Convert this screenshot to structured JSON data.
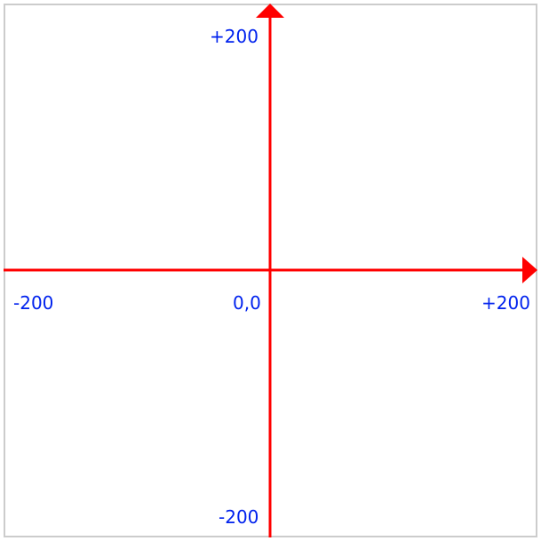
{
  "colors": {
    "axis": "#ff0000",
    "label": "#0022ee",
    "frame_border": "#cccccc"
  },
  "labels": {
    "y_max": "+200",
    "x_min": "-200",
    "origin": "0,0",
    "x_max": "+200",
    "y_min": "-200"
  },
  "ranges": {
    "x": [
      -200,
      200
    ],
    "y": [
      -200,
      200
    ]
  }
}
